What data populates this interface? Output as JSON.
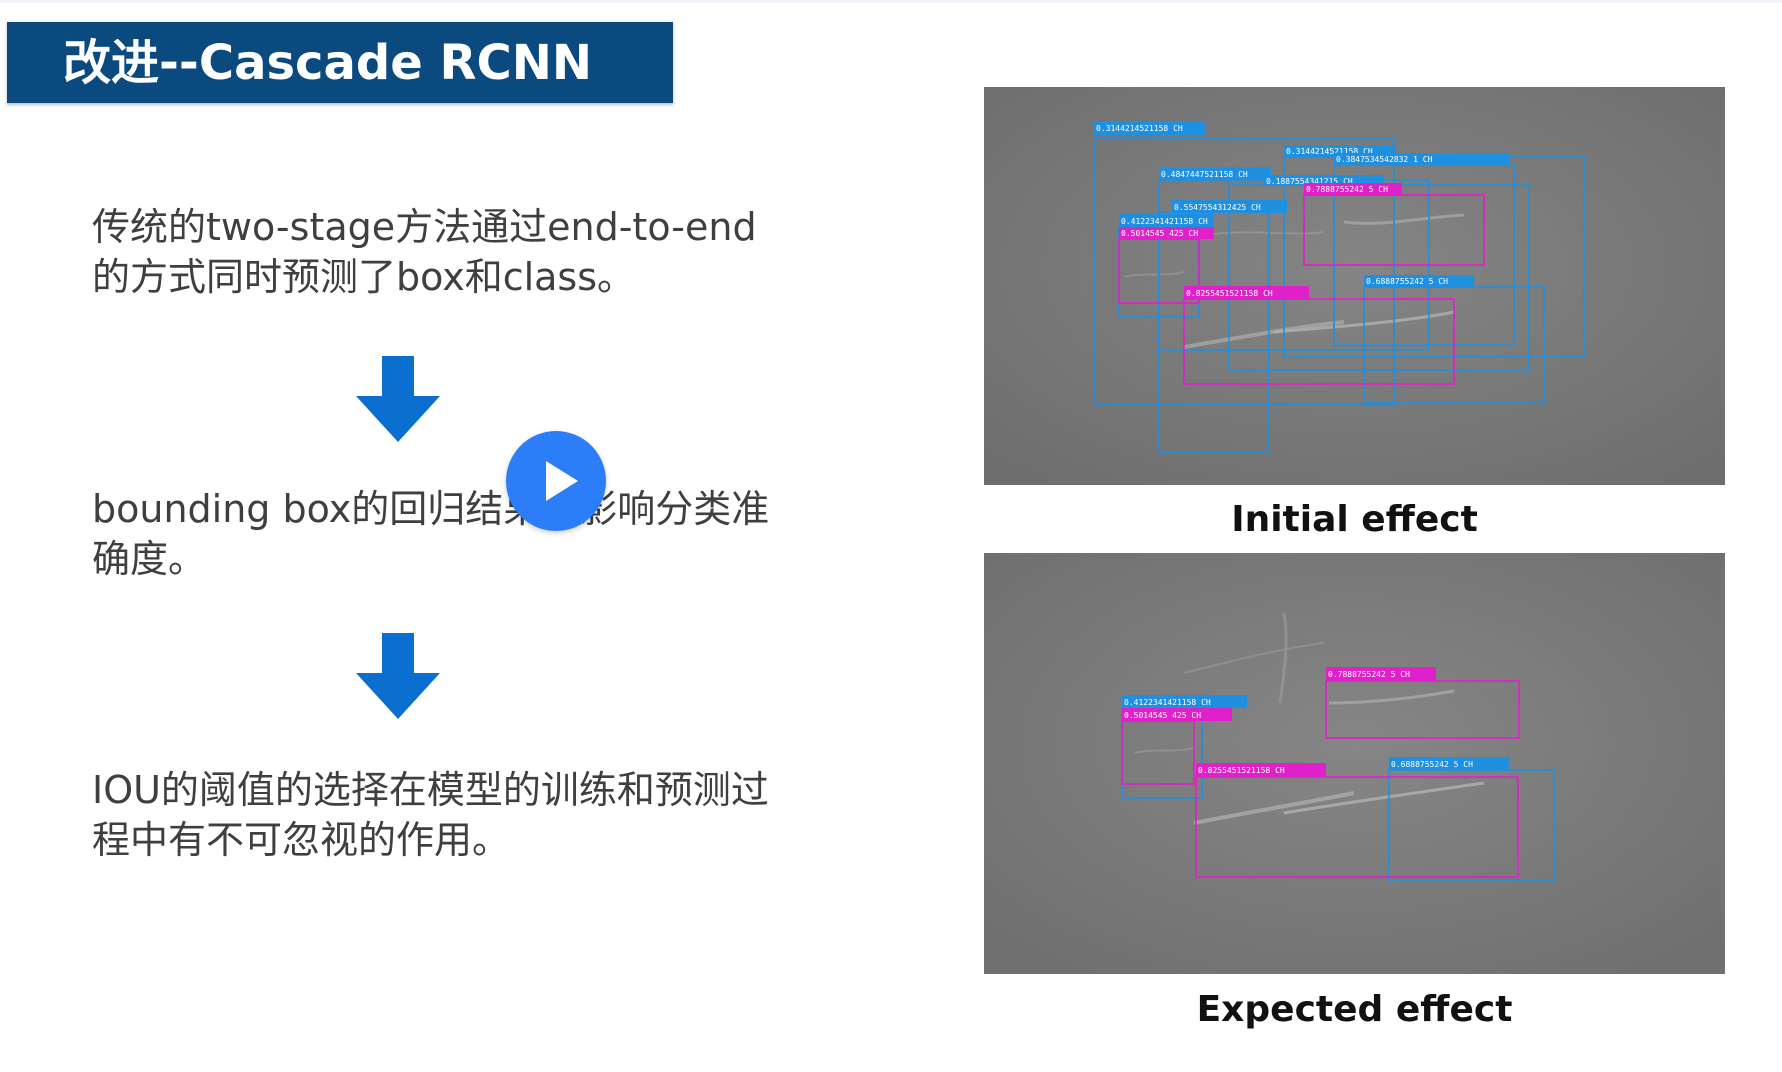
{
  "slide": {
    "title": "改进--Cascade RCNN",
    "paragraphs": [
      "传统的two-stage方法通过end-to-end的方式同时预测了box和class。",
      "bounding box的回归结果直影响分类准确度。",
      "IOU的阈值的选择在模型的训练和预测过程中有不可忽视的作用。"
    ],
    "captions": {
      "initial": "Initial effect",
      "expected": "Expected effect"
    }
  },
  "colors": {
    "title_bg": "#0b4a7f",
    "arrow": "#0a6fcf",
    "play_button": "#2c7ef8",
    "box_blue": "#1f8fe0",
    "box_magenta": "#e020c8",
    "panel_bg": "#7b7b7b"
  },
  "icons": {
    "arrow": "arrow-down-icon",
    "play": "play-icon"
  },
  "detections": {
    "initial": [
      {
        "label": "0.3144214521158  CH",
        "color": "blue"
      },
      {
        "label": "0.3144214521158  CH",
        "color": "blue"
      },
      {
        "label": "0.4847447521158  CH",
        "color": "blue"
      },
      {
        "label": "0.3847534542832 1  CH",
        "color": "blue"
      },
      {
        "label": "0.1887554341215  CH",
        "color": "blue"
      },
      {
        "label": "0.7888755242 5  CH",
        "color": "magenta"
      },
      {
        "label": "0.5547554312425  CH",
        "color": "blue"
      },
      {
        "label": "0.4122341421158  CH",
        "color": "blue"
      },
      {
        "label": "0.5014545 425  CH",
        "color": "magenta"
      },
      {
        "label": "0.6888755242 5  CH",
        "color": "blue"
      },
      {
        "label": "0.8255451521158  CH",
        "color": "magenta"
      }
    ],
    "expected": [
      {
        "label": "0.7888755242 5  CH",
        "color": "magenta"
      },
      {
        "label": "0.4122341421158  CH",
        "color": "blue"
      },
      {
        "label": "0.5014545 425  CH",
        "color": "magenta"
      },
      {
        "label": "0.6888755242 5  CH",
        "color": "blue"
      },
      {
        "label": "0.8255451521158  CH",
        "color": "magenta"
      }
    ]
  }
}
